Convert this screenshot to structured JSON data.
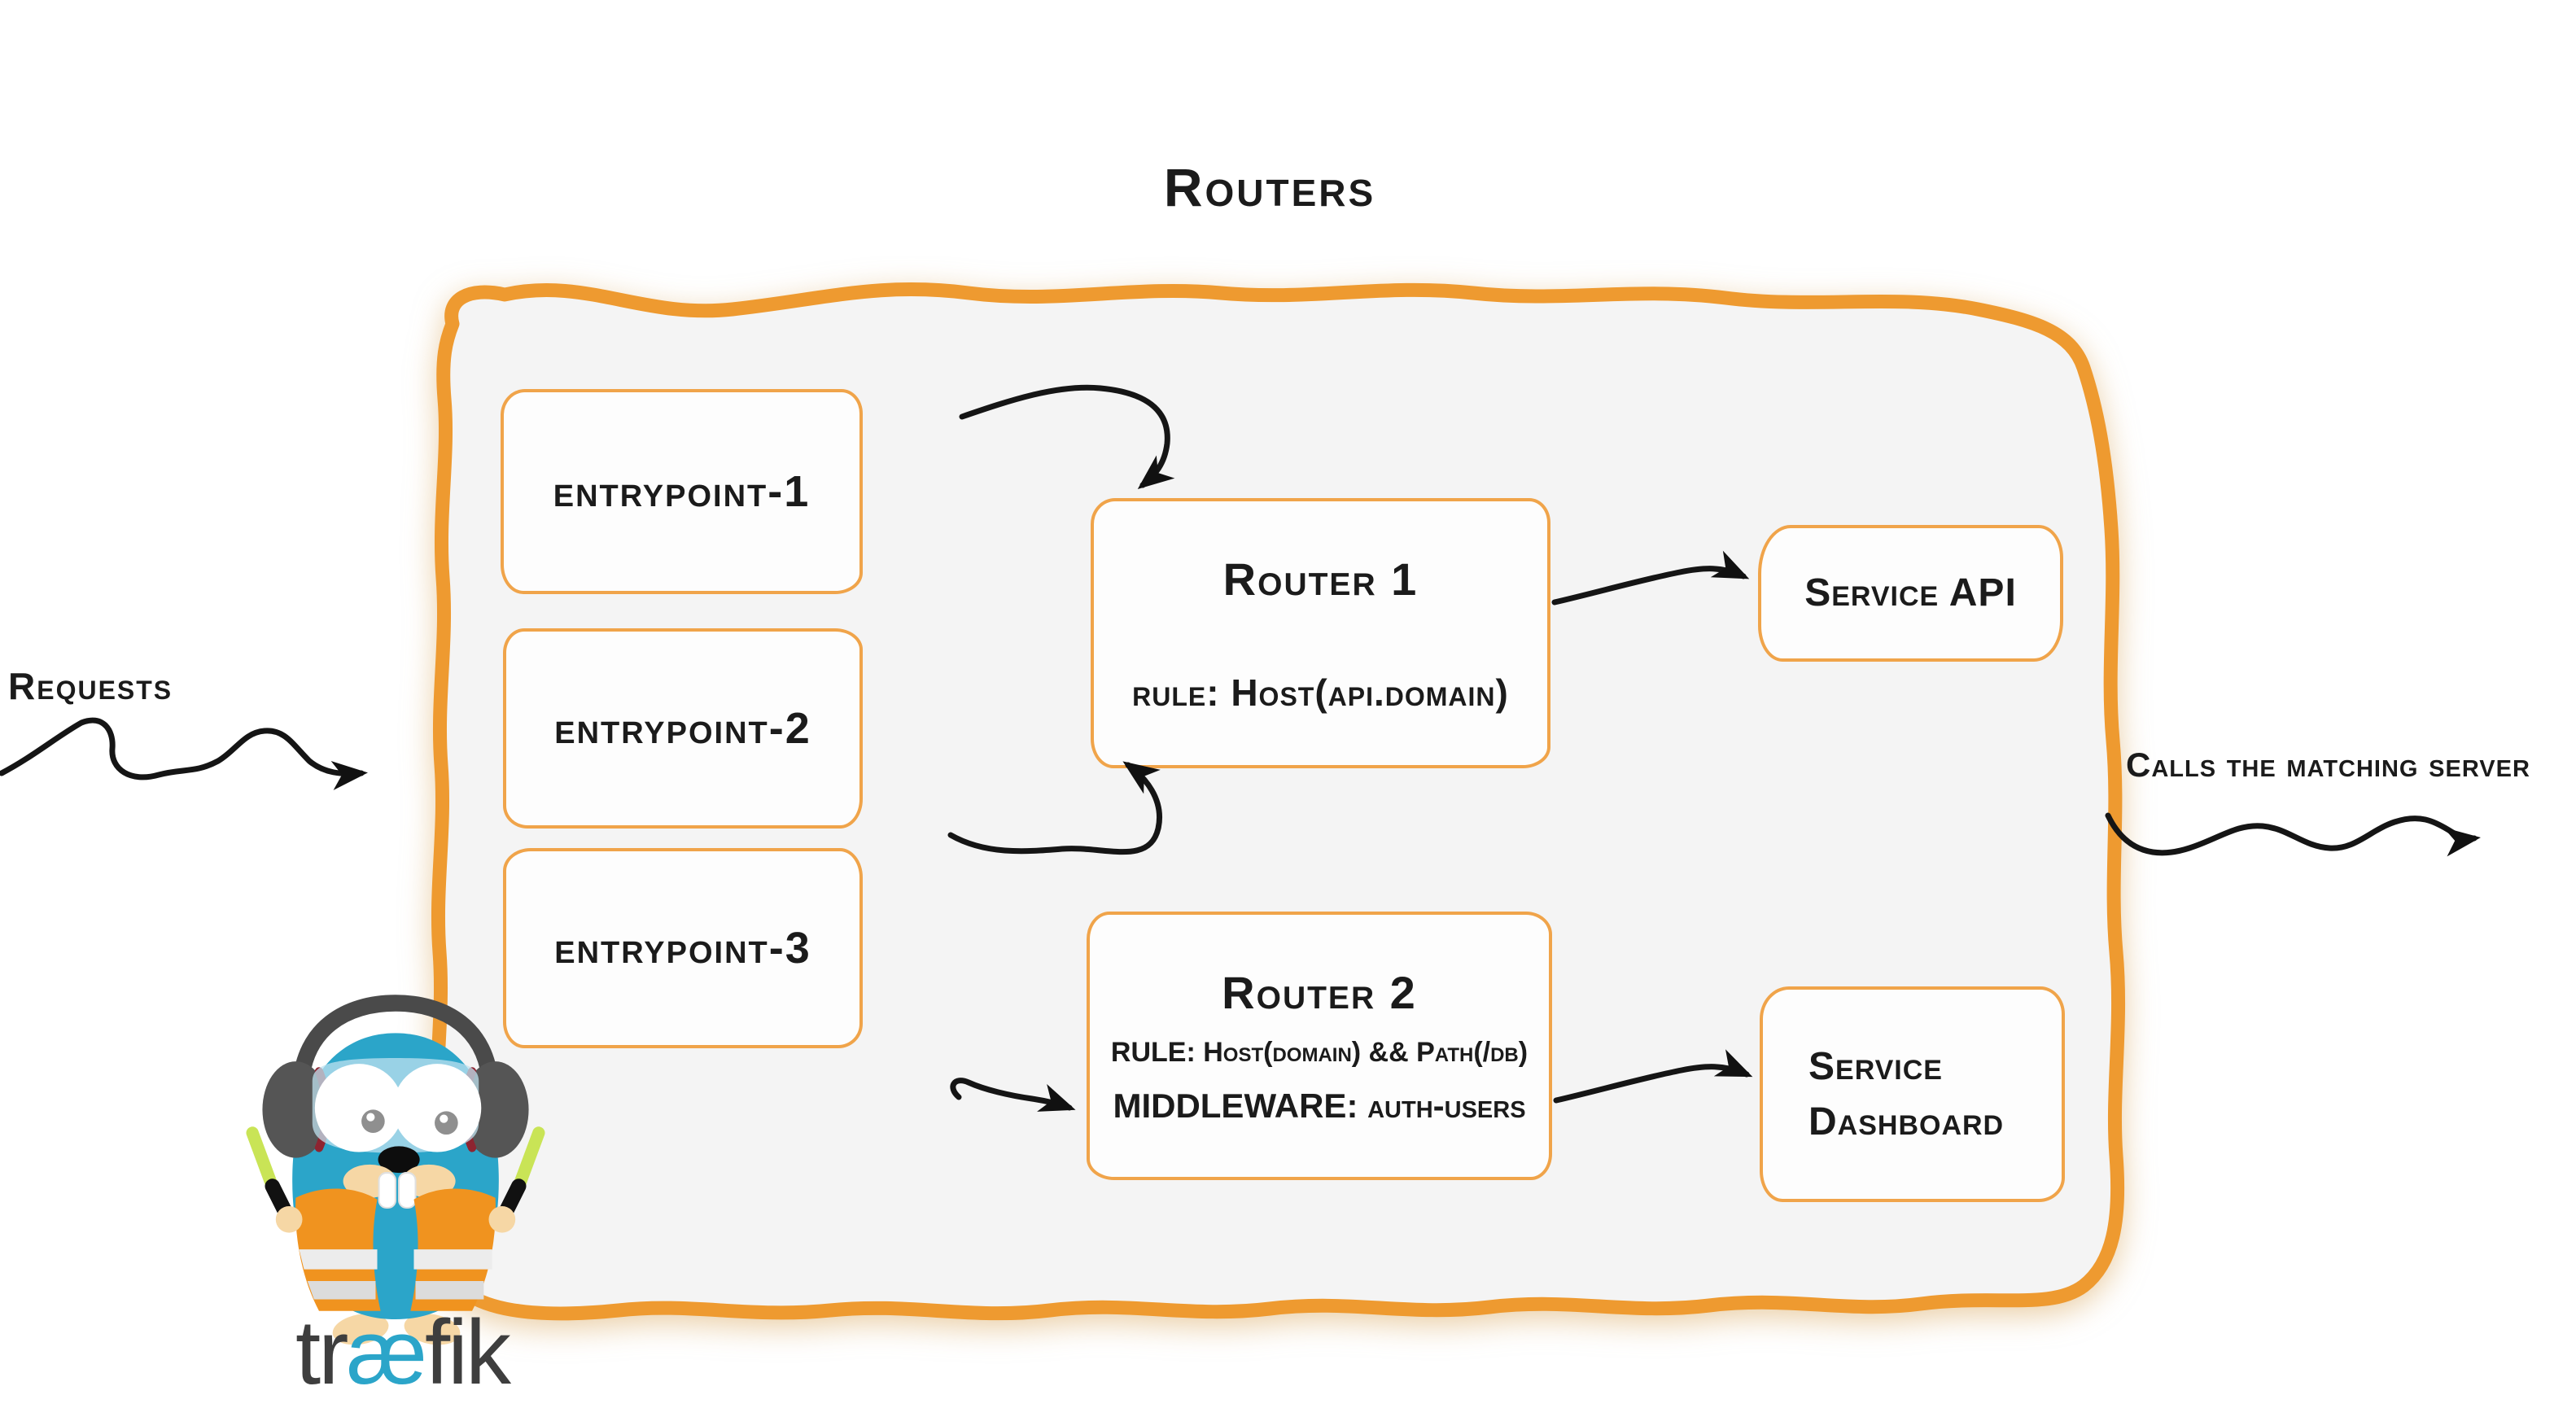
{
  "title": "Routers",
  "annotations": {
    "requests": "Requests",
    "calls": "Calls the matching server"
  },
  "entrypoints": [
    {
      "label": "entrypoint-1"
    },
    {
      "label": "entrypoint-2"
    },
    {
      "label": "entrypoint-3"
    }
  ],
  "routers": [
    {
      "name": "Router 1",
      "rule": "rule: Host(api.domain)"
    },
    {
      "name": "Router 2",
      "rule": "RULE: Host(domain) && Path(/db)",
      "middleware": "MIDDLEWARE: auth-users"
    }
  ],
  "services": [
    {
      "label": "Service API"
    },
    {
      "label": "Service Dashboard"
    }
  ],
  "logo": {
    "word_pre": "tr",
    "word_ae": "æ",
    "word_post": "fik"
  },
  "icons": {
    "arrowhead": "hand-drawn-arrowhead",
    "mascot": "traefik-gopher"
  },
  "colors": {
    "container_border": "#EE9A30",
    "box_border": "#F0A44A",
    "container_fill": "#F4F4F4",
    "ink": "#1B1B1B",
    "brand_blue": "#2BA5C9",
    "vest_orange": "#F0931F",
    "stick_green": "#C9E456"
  }
}
